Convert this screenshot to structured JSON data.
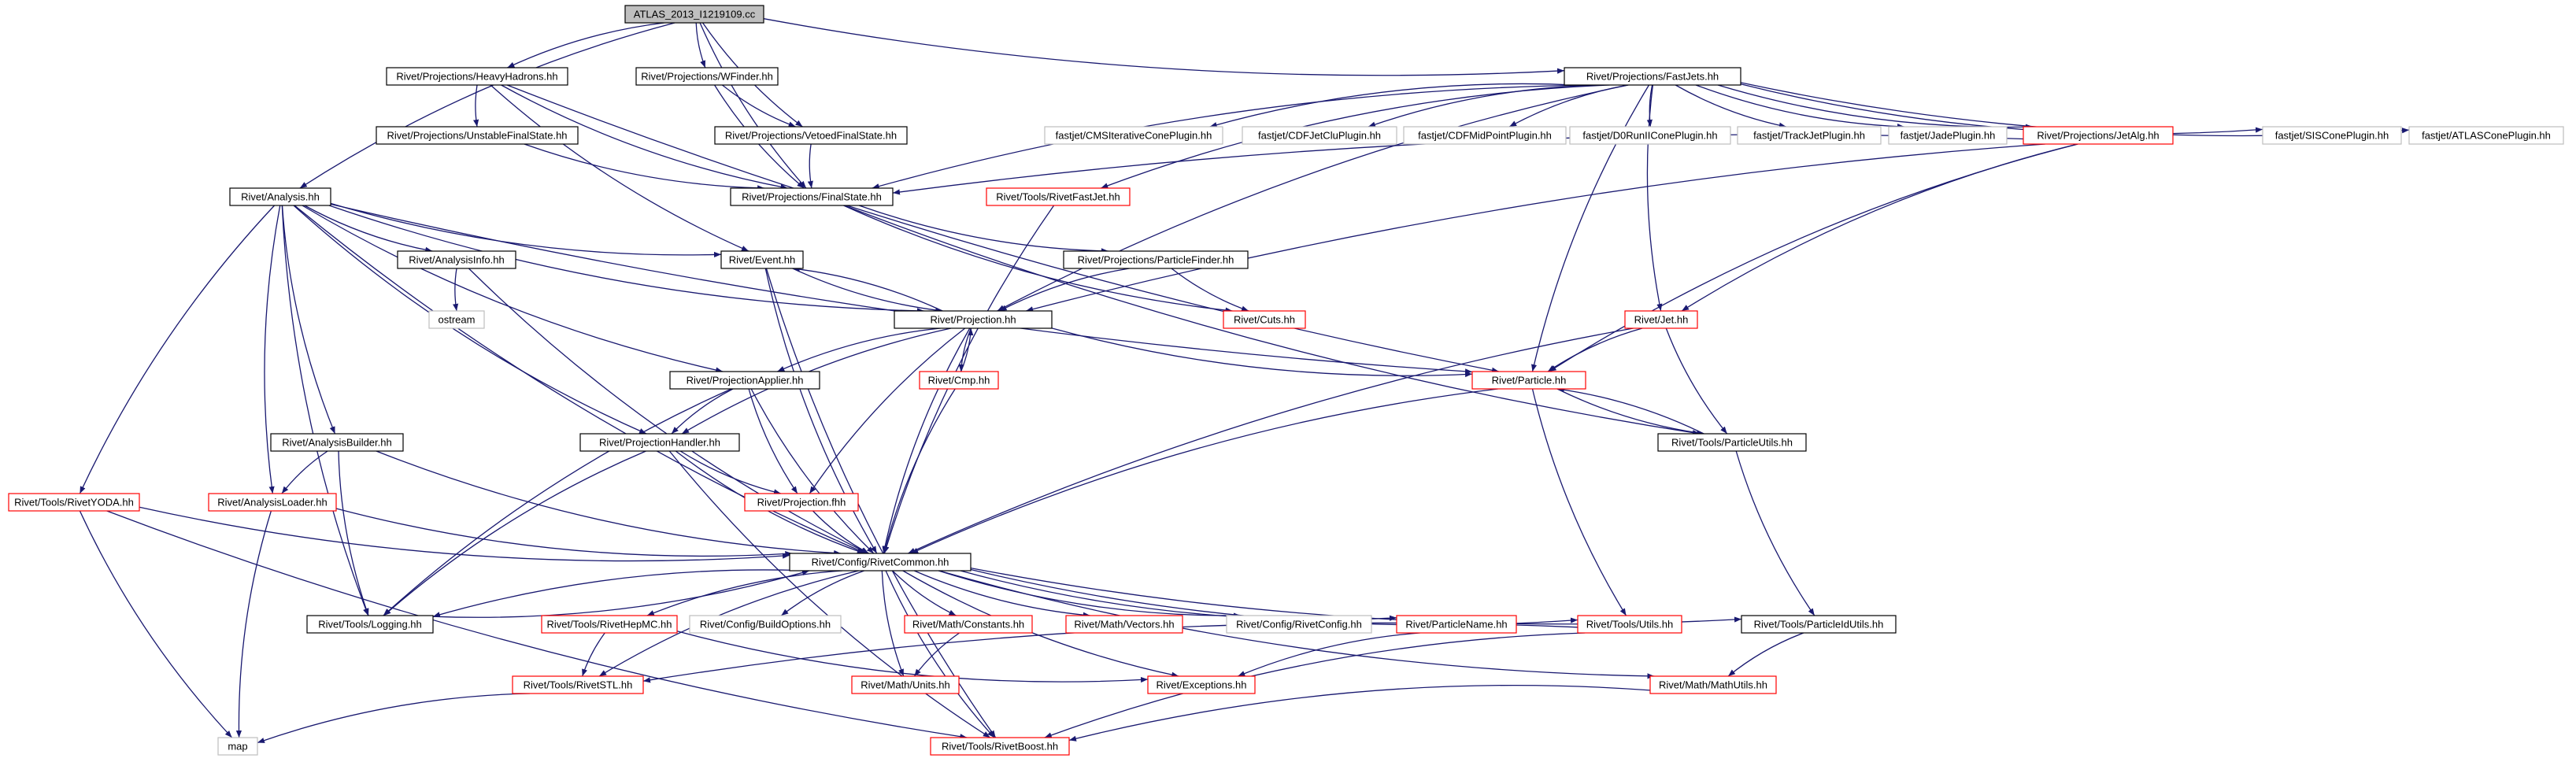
{
  "colors": {
    "edge": "#191970",
    "border_black": "#000000",
    "border_red": "#ff0000",
    "border_gray": "#bfbfbf",
    "root_fill": "#bfbfbf",
    "node_fill": "#ffffff"
  },
  "nodes": [
    {
      "id": "root",
      "label": "ATLAS_2013_I1219109.cc",
      "style": "root"
    },
    {
      "id": "heavyhadrons",
      "label": "Rivet/Projections/HeavyHadrons.hh",
      "style": "black"
    },
    {
      "id": "wfinder",
      "label": "Rivet/Projections/WFinder.hh",
      "style": "black"
    },
    {
      "id": "fastjets",
      "label": "Rivet/Projections/FastJets.hh",
      "style": "black"
    },
    {
      "id": "unstable",
      "label": "Rivet/Projections/UnstableFinalState.hh",
      "style": "black"
    },
    {
      "id": "vetoed",
      "label": "Rivet/Projections/VetoedFinalState.hh",
      "style": "black"
    },
    {
      "id": "cmsiter",
      "label": "fastjet/CMSIterativeConePlugin.hh",
      "style": "gray"
    },
    {
      "id": "cdfjetclu",
      "label": "fastjet/CDFJetCluPlugin.hh",
      "style": "gray"
    },
    {
      "id": "cdfmid",
      "label": "fastjet/CDFMidPointPlugin.hh",
      "style": "gray"
    },
    {
      "id": "d0run",
      "label": "fastjet/D0RunIIConePlugin.hh",
      "style": "gray"
    },
    {
      "id": "trackjet",
      "label": "fastjet/TrackJetPlugin.hh",
      "style": "gray"
    },
    {
      "id": "jade",
      "label": "fastjet/JadePlugin.hh",
      "style": "gray"
    },
    {
      "id": "jetalg",
      "label": "Rivet/Projections/JetAlg.hh",
      "style": "red"
    },
    {
      "id": "siscone",
      "label": "fastjet/SISConePlugin.hh",
      "style": "gray"
    },
    {
      "id": "atlascone",
      "label": "fastjet/ATLASConePlugin.hh",
      "style": "gray"
    },
    {
      "id": "analysis",
      "label": "Rivet/Analysis.hh",
      "style": "black"
    },
    {
      "id": "finalstate",
      "label": "Rivet/Projections/FinalState.hh",
      "style": "black"
    },
    {
      "id": "rivetfastjet",
      "label": "Rivet/Tools/RivetFastJet.hh",
      "style": "red"
    },
    {
      "id": "analysisinfo",
      "label": "Rivet/AnalysisInfo.hh",
      "style": "black"
    },
    {
      "id": "event",
      "label": "Rivet/Event.hh",
      "style": "black"
    },
    {
      "id": "particlefinder",
      "label": "Rivet/Projections/ParticleFinder.hh",
      "style": "black"
    },
    {
      "id": "ostream",
      "label": "ostream",
      "style": "gray"
    },
    {
      "id": "cuts",
      "label": "Rivet/Cuts.hh",
      "style": "red"
    },
    {
      "id": "jet",
      "label": "Rivet/Jet.hh",
      "style": "red"
    },
    {
      "id": "projection",
      "label": "Rivet/Projection.hh",
      "style": "black"
    },
    {
      "id": "cmp",
      "label": "Rivet/Cmp.hh",
      "style": "red"
    },
    {
      "id": "particle",
      "label": "Rivet/Particle.hh",
      "style": "red"
    },
    {
      "id": "projapplier",
      "label": "Rivet/ProjectionApplier.hh",
      "style": "black"
    },
    {
      "id": "particleutils",
      "label": "Rivet/Tools/ParticleUtils.hh",
      "style": "black"
    },
    {
      "id": "analysisbuilder",
      "label": "Rivet/AnalysisBuilder.hh",
      "style": "black"
    },
    {
      "id": "projhandler",
      "label": "Rivet/ProjectionHandler.hh",
      "style": "black"
    },
    {
      "id": "rivetyoda",
      "label": "Rivet/Tools/RivetYODA.hh",
      "style": "red"
    },
    {
      "id": "analysisloader",
      "label": "Rivet/AnalysisLoader.hh",
      "style": "red"
    },
    {
      "id": "projfhh",
      "label": "Rivet/Projection.fhh",
      "style": "red"
    },
    {
      "id": "rivetcommon",
      "label": "Rivet/Config/RivetCommon.hh",
      "style": "black"
    },
    {
      "id": "logging",
      "label": "Rivet/Tools/Logging.hh",
      "style": "black"
    },
    {
      "id": "hepmc",
      "label": "Rivet/Tools/RivetHepMC.hh",
      "style": "red"
    },
    {
      "id": "buildoptions",
      "label": "Rivet/Config/BuildOptions.hh",
      "style": "gray"
    },
    {
      "id": "constants",
      "label": "Rivet/Math/Constants.hh",
      "style": "red"
    },
    {
      "id": "vectors",
      "label": "Rivet/Math/Vectors.hh",
      "style": "red"
    },
    {
      "id": "rivetconfig",
      "label": "Rivet/Config/RivetConfig.hh",
      "style": "gray"
    },
    {
      "id": "particlename",
      "label": "Rivet/ParticleName.hh",
      "style": "red"
    },
    {
      "id": "utils",
      "label": "Rivet/Tools/Utils.hh",
      "style": "red"
    },
    {
      "id": "pidutils",
      "label": "Rivet/Tools/ParticleIdUtils.hh",
      "style": "black"
    },
    {
      "id": "rivetstl",
      "label": "Rivet/Tools/RivetSTL.hh",
      "style": "red"
    },
    {
      "id": "units",
      "label": "Rivet/Math/Units.hh",
      "style": "red"
    },
    {
      "id": "exceptions",
      "label": "Rivet/Exceptions.hh",
      "style": "red"
    },
    {
      "id": "mathutils",
      "label": "Rivet/Math/MathUtils.hh",
      "style": "red"
    },
    {
      "id": "map",
      "label": "map",
      "style": "gray"
    },
    {
      "id": "boost",
      "label": "Rivet/Tools/RivetBoost.hh",
      "style": "red"
    }
  ],
  "edges": [
    [
      "root",
      "heavyhadrons"
    ],
    [
      "root",
      "wfinder"
    ],
    [
      "root",
      "fastjets"
    ],
    [
      "root",
      "analysis"
    ],
    [
      "root",
      "finalstate"
    ],
    [
      "root",
      "vetoed"
    ],
    [
      "heavyhadrons",
      "unstable"
    ],
    [
      "heavyhadrons",
      "finalstate"
    ],
    [
      "heavyhadrons",
      "event"
    ],
    [
      "heavyhadrons",
      "particle"
    ],
    [
      "wfinder",
      "vetoed"
    ],
    [
      "wfinder",
      "finalstate"
    ],
    [
      "unstable",
      "finalstate"
    ],
    [
      "vetoed",
      "finalstate"
    ],
    [
      "fastjets",
      "cmsiter"
    ],
    [
      "fastjets",
      "cdfjetclu"
    ],
    [
      "fastjets",
      "cdfmid"
    ],
    [
      "fastjets",
      "d0run"
    ],
    [
      "fastjets",
      "trackjet"
    ],
    [
      "fastjets",
      "jade"
    ],
    [
      "fastjets",
      "jetalg"
    ],
    [
      "fastjets",
      "siscone"
    ],
    [
      "fastjets",
      "atlascone"
    ],
    [
      "fastjets",
      "rivetfastjet"
    ],
    [
      "fastjets",
      "finalstate"
    ],
    [
      "fastjets",
      "projection"
    ],
    [
      "fastjets",
      "jet"
    ],
    [
      "fastjets",
      "particle"
    ],
    [
      "jetalg",
      "finalstate"
    ],
    [
      "jetalg",
      "jet"
    ],
    [
      "jetalg",
      "particle"
    ],
    [
      "jetalg",
      "projection"
    ],
    [
      "finalstate",
      "particlefinder"
    ],
    [
      "finalstate",
      "particleutils"
    ],
    [
      "finalstate",
      "cuts"
    ],
    [
      "particlefinder",
      "projection"
    ],
    [
      "particlefinder",
      "cuts"
    ],
    [
      "rivetfastjet",
      "rivetcommon"
    ],
    [
      "analysis",
      "analysisinfo"
    ],
    [
      "analysis",
      "event"
    ],
    [
      "analysis",
      "projection"
    ],
    [
      "analysis",
      "projapplier"
    ],
    [
      "analysis",
      "projhandler"
    ],
    [
      "analysis",
      "analysisbuilder"
    ],
    [
      "analysis",
      "analysisloader"
    ],
    [
      "analysis",
      "rivetyoda"
    ],
    [
      "analysis",
      "logging"
    ],
    [
      "analysis",
      "rivetcommon"
    ],
    [
      "analysis",
      "particle"
    ],
    [
      "analysisinfo",
      "ostream"
    ],
    [
      "analysisinfo",
      "rivetcommon"
    ],
    [
      "event",
      "projection"
    ],
    [
      "event",
      "rivetcommon"
    ],
    [
      "event",
      "boost"
    ],
    [
      "projection",
      "event"
    ],
    [
      "projection",
      "cmp"
    ],
    [
      "projection",
      "projapplier"
    ],
    [
      "projection",
      "projhandler"
    ],
    [
      "projection",
      "projfhh"
    ],
    [
      "projection",
      "rivetcommon"
    ],
    [
      "projection",
      "particle"
    ],
    [
      "cmp",
      "projection"
    ],
    [
      "cmp",
      "rivetcommon"
    ],
    [
      "projapplier",
      "projhandler"
    ],
    [
      "projapplier",
      "projfhh"
    ],
    [
      "projapplier",
      "rivetcommon"
    ],
    [
      "projapplier",
      "logging"
    ],
    [
      "projhandler",
      "projfhh"
    ],
    [
      "projhandler",
      "rivetcommon"
    ],
    [
      "projhandler",
      "logging"
    ],
    [
      "projhandler",
      "boost"
    ],
    [
      "projfhh",
      "rivetcommon"
    ],
    [
      "analysisbuilder",
      "analysisloader"
    ],
    [
      "analysisbuilder",
      "logging"
    ],
    [
      "analysisbuilder",
      "rivetcommon"
    ],
    [
      "analysisloader",
      "map"
    ],
    [
      "analysisloader",
      "rivetcommon"
    ],
    [
      "rivetyoda",
      "rivetcommon"
    ],
    [
      "rivetyoda",
      "map"
    ],
    [
      "rivetyoda",
      "boost"
    ],
    [
      "jet",
      "particle"
    ],
    [
      "jet",
      "particleutils"
    ],
    [
      "jet",
      "rivetcommon"
    ],
    [
      "particle",
      "particleutils"
    ],
    [
      "particle",
      "rivetcommon"
    ],
    [
      "particle",
      "utils"
    ],
    [
      "particleutils",
      "particle"
    ],
    [
      "particleutils",
      "pidutils"
    ],
    [
      "rivetcommon",
      "logging"
    ],
    [
      "rivetcommon",
      "hepmc"
    ],
    [
      "rivetcommon",
      "buildoptions"
    ],
    [
      "rivetcommon",
      "constants"
    ],
    [
      "rivetcommon",
      "vectors"
    ],
    [
      "rivetcommon",
      "rivetconfig"
    ],
    [
      "rivetcommon",
      "particlename"
    ],
    [
      "rivetcommon",
      "utils"
    ],
    [
      "rivetcommon",
      "pidutils"
    ],
    [
      "rivetcommon",
      "rivetstl"
    ],
    [
      "rivetcommon",
      "units"
    ],
    [
      "rivetcommon",
      "exceptions"
    ],
    [
      "rivetcommon",
      "mathutils"
    ],
    [
      "rivetcommon",
      "boost"
    ],
    [
      "logging",
      "rivetcommon"
    ],
    [
      "hepmc",
      "rivetstl"
    ],
    [
      "hepmc",
      "exceptions"
    ],
    [
      "constants",
      "units"
    ],
    [
      "particlename",
      "exceptions"
    ],
    [
      "utils",
      "rivetstl"
    ],
    [
      "utils",
      "boost"
    ],
    [
      "pidutils",
      "mathutils"
    ],
    [
      "mathutils",
      "boost"
    ],
    [
      "rivetstl",
      "map"
    ]
  ]
}
